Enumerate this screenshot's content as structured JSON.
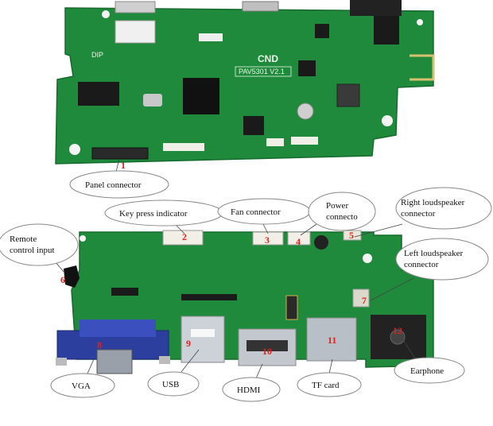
{
  "board_top": {
    "brand": "CND",
    "model": "PAV5301 V2.1",
    "dip_label": "DIP"
  },
  "callouts": {
    "panel_connector": "Panel connector",
    "key_press_indicator": "Key press indicator",
    "fan_connector": "Fan connector",
    "power_connector_line1": "Power",
    "power_connector_line2": "connecto",
    "right_loudspeaker_line1": "Right loudspeaker",
    "right_loudspeaker_line2": "connector",
    "remote_control_line1": "Remote",
    "remote_control_line2": "control input",
    "left_loudspeaker_line1": "Left loudspeaker",
    "left_loudspeaker_line2": "connector",
    "vga": "VGA",
    "usb": "USB",
    "hdmi": "HDMI",
    "tf_card": "TF card",
    "earphone": "Earphone"
  },
  "numbers": {
    "n1": "1",
    "n2": "2",
    "n3": "3",
    "n4": "4",
    "n5": "5",
    "n6": "6",
    "n7": "7",
    "n8": "8",
    "n9": "9",
    "n10": "10",
    "n11": "11",
    "n12": "12"
  },
  "colors": {
    "pcb": "#1f8a3b",
    "pcb_dark": "#17702f",
    "chip": "#1a1a1a",
    "header": "#f2efe6",
    "vga_blue": "#2c3e9e",
    "number_red": "#e0201c"
  }
}
